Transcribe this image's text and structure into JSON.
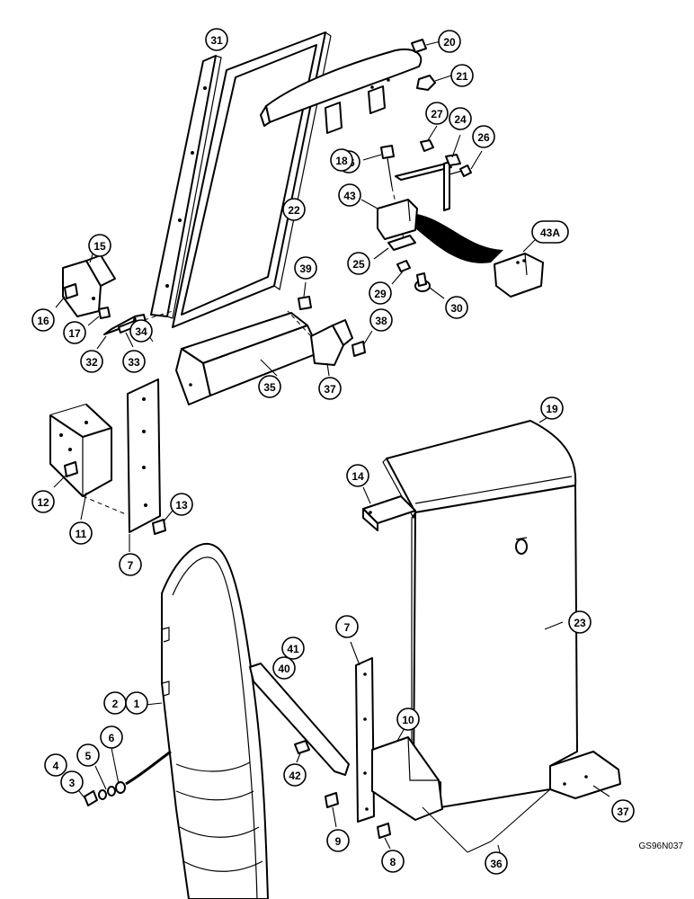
{
  "figure_code": "GS96N037",
  "callouts": [
    {
      "id": "c31",
      "label": "31"
    },
    {
      "id": "c20",
      "label": "20"
    },
    {
      "id": "c21",
      "label": "21"
    },
    {
      "id": "c27",
      "label": "27"
    },
    {
      "id": "c24",
      "label": "24"
    },
    {
      "id": "c26a",
      "label": "26"
    },
    {
      "id": "c26b",
      "label": "26"
    },
    {
      "id": "c18",
      "label": "18"
    },
    {
      "id": "c22",
      "label": "22"
    },
    {
      "id": "c43",
      "label": "43"
    },
    {
      "id": "c43A",
      "label": "43A"
    },
    {
      "id": "c15",
      "label": "15"
    },
    {
      "id": "c39",
      "label": "39"
    },
    {
      "id": "c25",
      "label": "25"
    },
    {
      "id": "c29",
      "label": "29"
    },
    {
      "id": "c30",
      "label": "30"
    },
    {
      "id": "c16",
      "label": "16"
    },
    {
      "id": "c17",
      "label": "17"
    },
    {
      "id": "c34",
      "label": "34"
    },
    {
      "id": "c38",
      "label": "38"
    },
    {
      "id": "c32",
      "label": "32"
    },
    {
      "id": "c33",
      "label": "33"
    },
    {
      "id": "c35",
      "label": "35"
    },
    {
      "id": "c37a",
      "label": "37"
    },
    {
      "id": "c19",
      "label": "19"
    },
    {
      "id": "c14",
      "label": "14"
    },
    {
      "id": "c12",
      "label": "12"
    },
    {
      "id": "c13",
      "label": "13"
    },
    {
      "id": "c11",
      "label": "11"
    },
    {
      "id": "c7a",
      "label": "7"
    },
    {
      "id": "c23",
      "label": "23"
    },
    {
      "id": "c7b",
      "label": "7"
    },
    {
      "id": "c41",
      "label": "41"
    },
    {
      "id": "c40",
      "label": "40"
    },
    {
      "id": "c2",
      "label": "2"
    },
    {
      "id": "c1",
      "label": "1"
    },
    {
      "id": "c10",
      "label": "10"
    },
    {
      "id": "c6",
      "label": "6"
    },
    {
      "id": "c5",
      "label": "5"
    },
    {
      "id": "c4",
      "label": "4"
    },
    {
      "id": "c3",
      "label": "3"
    },
    {
      "id": "c42",
      "label": "42"
    },
    {
      "id": "c37b",
      "label": "37"
    },
    {
      "id": "c9",
      "label": "9"
    },
    {
      "id": "c8",
      "label": "8"
    },
    {
      "id": "c36",
      "label": "36"
    }
  ]
}
